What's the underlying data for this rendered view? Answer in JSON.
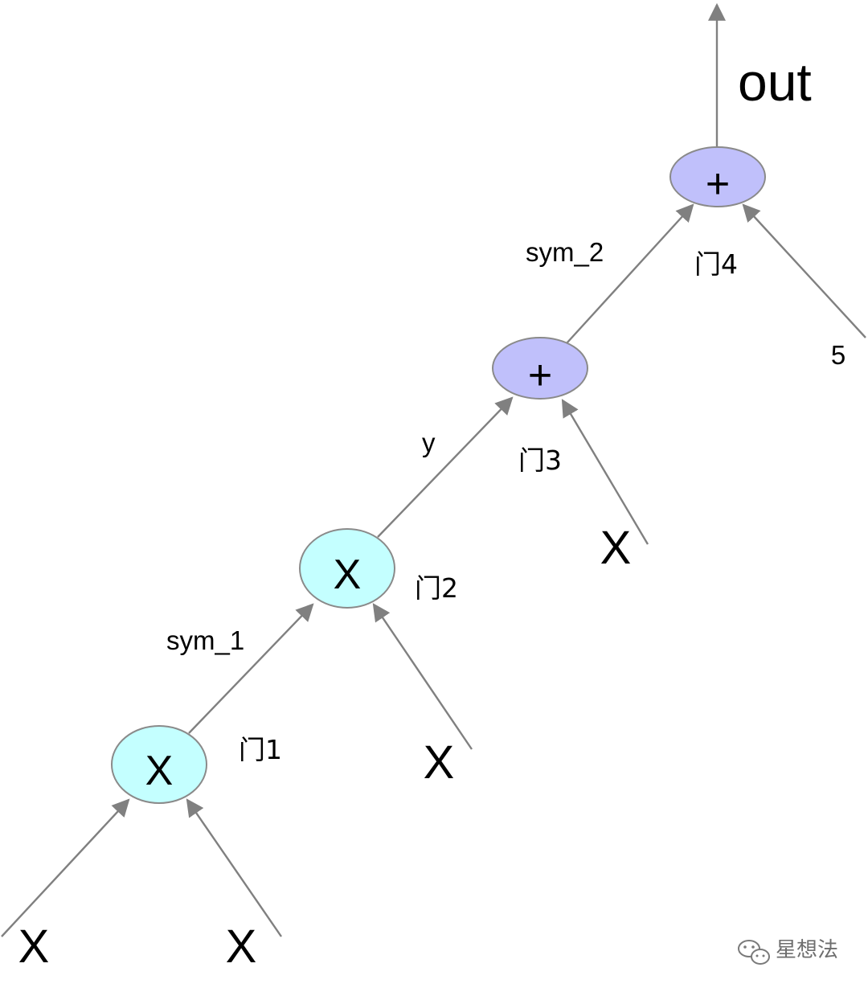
{
  "nodes": {
    "gate1": {
      "op": "X",
      "label": "门1",
      "fill": "#c4ffff"
    },
    "gate2": {
      "op": "X",
      "label": "门2",
      "fill": "#c4ffff"
    },
    "gate3": {
      "op": "+",
      "label": "门3",
      "fill": "#c0c0fb"
    },
    "gate4": {
      "op": "+",
      "label": "门4",
      "fill": "#c0c0fb"
    }
  },
  "inputs": {
    "gate1_left": "X",
    "gate1_right": "X",
    "gate2_right": "X",
    "gate3_right": "X",
    "gate4_right": "5"
  },
  "wires": {
    "sym_1": "sym_1",
    "y": "y",
    "sym_2": "sym_2",
    "out": "out"
  },
  "watermark": {
    "text": "星想法",
    "icon": "wechat-icon"
  },
  "colors": {
    "edge": "#808080",
    "node_stroke": "#8a8a8a"
  }
}
